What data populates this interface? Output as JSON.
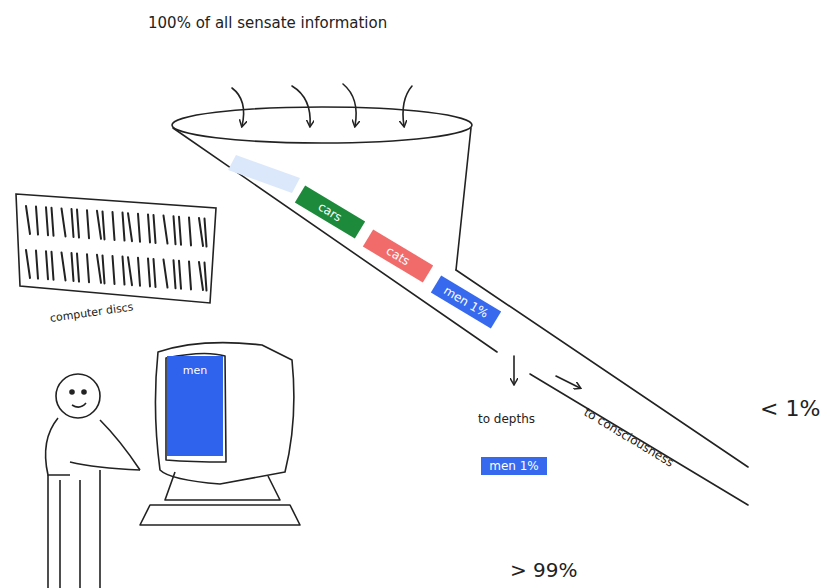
{
  "diagram": {
    "title": "100% of all sensate information",
    "nodes": [
      {
        "text": [
          "cars"
        ]
      },
      {
        "text": [
          "cats"
        ]
      },
      {
        "text": [
          "men 1%"
        ]
      },
      {
        "text": [
          "men"
        ]
      },
      {
        "text": [
          "men 1%"
        ]
      }
    ],
    "labels": [
      "computer discs",
      "to depths",
      "to consciousness",
      "< 1%",
      "> 99%"
    ]
  }
}
